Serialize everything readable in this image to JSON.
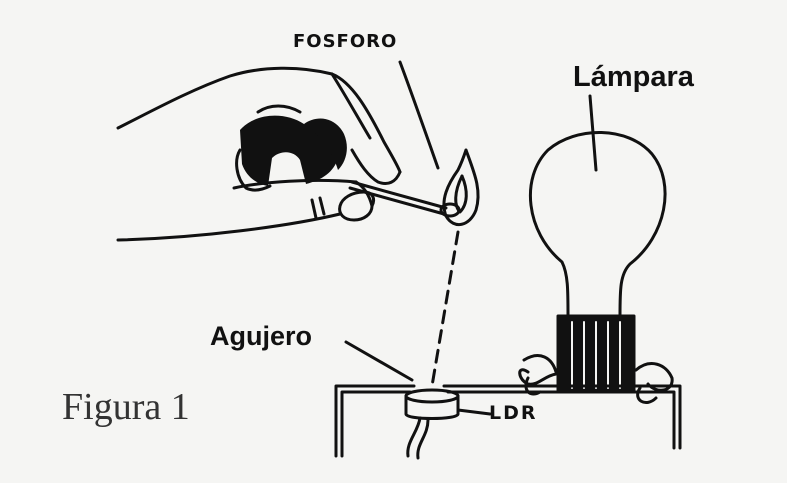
{
  "labels": {
    "match": "FOSFORO",
    "lamp": "Lámpara",
    "hole": "Agujero",
    "sensor": "LDR"
  },
  "caption": "Figura 1",
  "colors": {
    "ink": "#111111",
    "paper": "#f5f5f3"
  }
}
